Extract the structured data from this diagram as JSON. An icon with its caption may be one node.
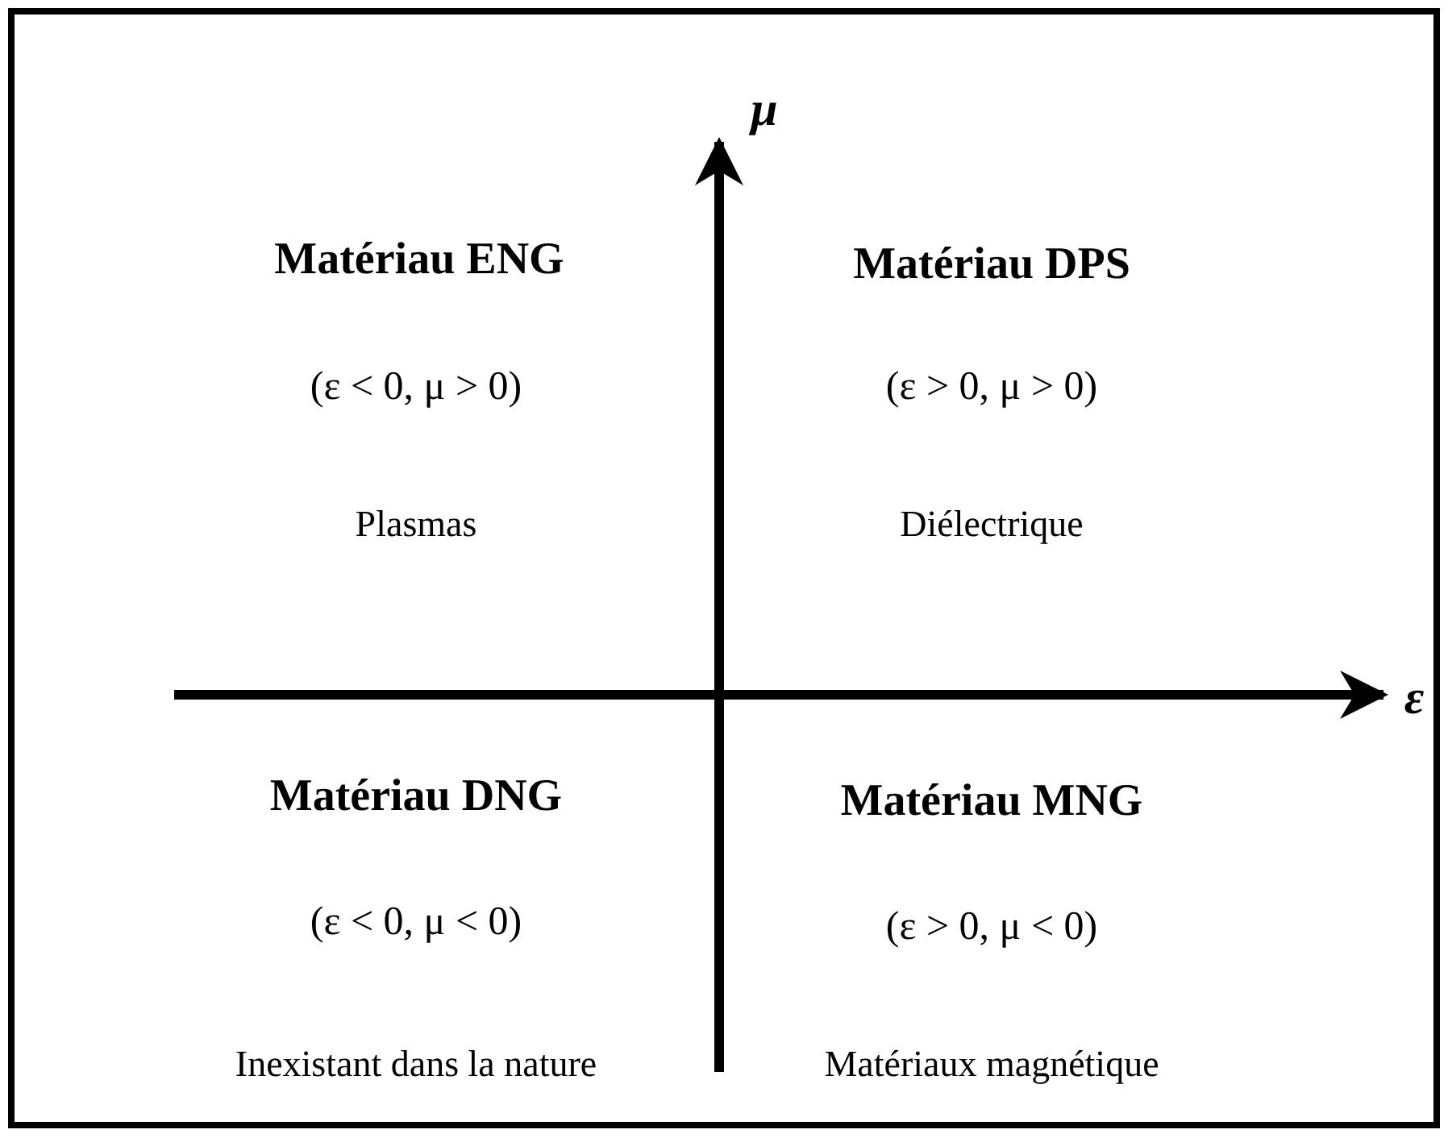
{
  "diagram": {
    "labels": [
      "μ",
      "Matériau ENG",
      "(ε < 0, μ > 0)",
      "Plasmas",
      "Matériau DPS",
      "(ε > 0, μ > 0)",
      "Diélectrique",
      "ε",
      "Matériau DNG",
      "(ε < 0, μ < 0)",
      "Inexistant dans la nature",
      "Matériau MNG",
      "(ε > 0, μ < 0)",
      "Matériaux magnétique"
    ]
  }
}
